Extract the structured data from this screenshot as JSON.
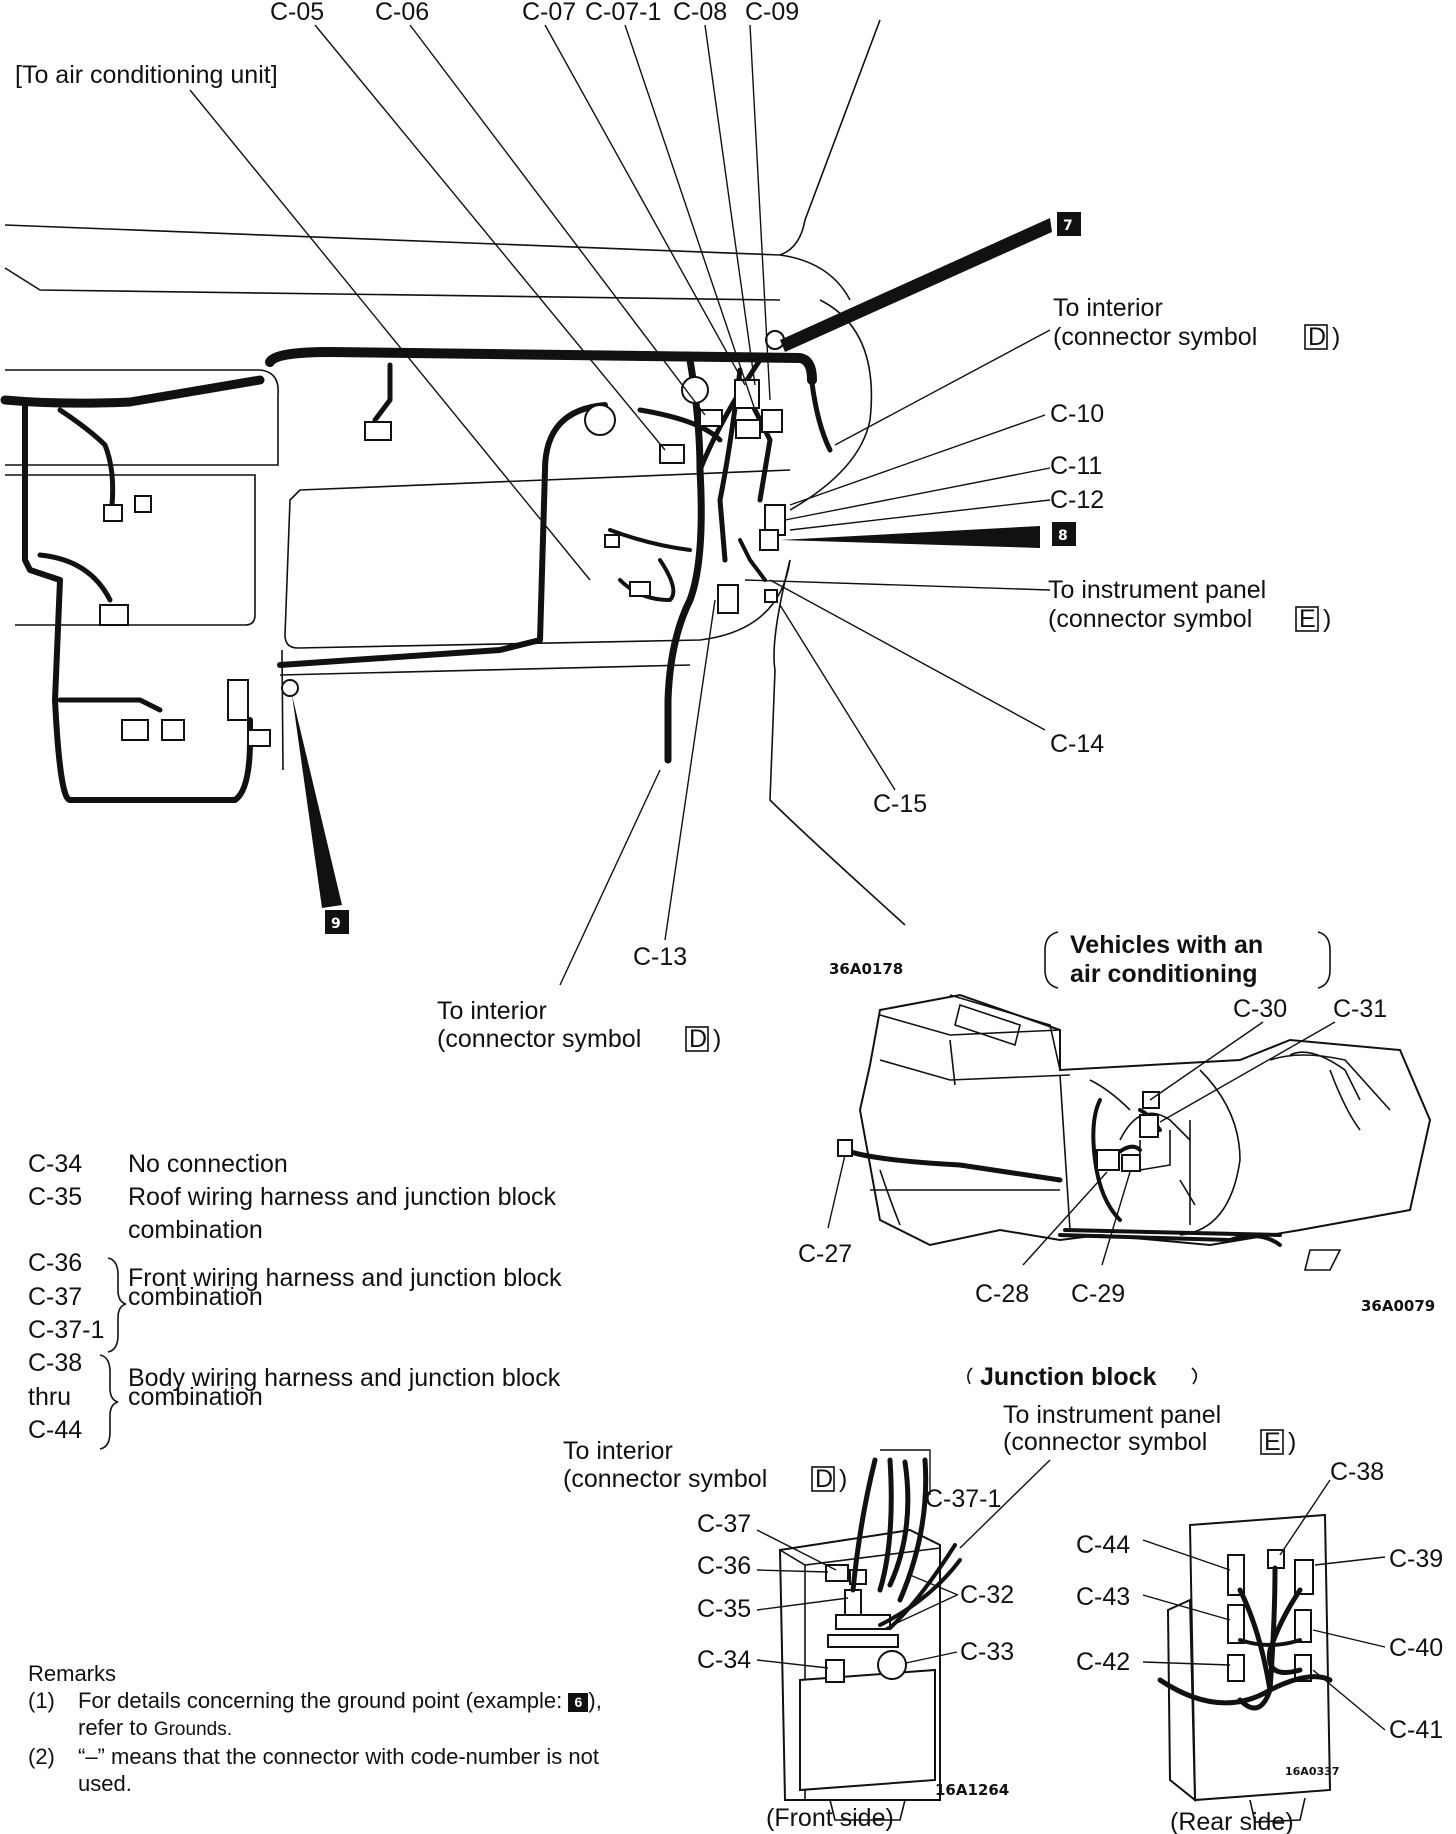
{
  "top_labels": [
    "C-05",
    "C-06",
    "C-07",
    "C-07-1",
    "C-08",
    "C-09"
  ],
  "ac_unit_label": "[To air conditioning unit]",
  "side_labels": {
    "to_interior_1": "To  interior",
    "connector_d_1": "(connector  symbol",
    "c10": "C-10",
    "c11": "C-11",
    "c12": "C-12",
    "to_instrument_1": "To  instrument  panel",
    "connector_e_1": "(connector  symbol",
    "c14": "C-14",
    "c15": "C-15",
    "c13": "C-13",
    "to_interior_2": "To  interior",
    "connector_d_2": "(connector  symbol"
  },
  "symbols": {
    "d": "D",
    "e": "E"
  },
  "ground_points": [
    "7",
    "8",
    "9"
  ],
  "figure_codes": {
    "main": "36A0178",
    "ac": "36A0079",
    "front": "16A1264",
    "rear": "16A0337"
  },
  "ac_section": {
    "heading_line1": "Vehicles with an",
    "heading_line2": "air conditioning",
    "connectors": [
      "C-30",
      "C-31",
      "C-27",
      "C-28",
      "C-29"
    ]
  },
  "junction_section": {
    "heading": "Junction  block",
    "to_instrument": "To  instrument  panel",
    "connector_e": "(connector  symbol",
    "to_interior": "To  interior",
    "connector_d": "(connector  symbol",
    "front_connectors": [
      "C-37",
      "C-36",
      "C-35",
      "C-34",
      "C-37-1",
      "C-32",
      "C-33"
    ],
    "rear_connectors": [
      "C-38",
      "C-44",
      "C-43",
      "C-42",
      "C-39",
      "C-40",
      "C-41"
    ],
    "front_caption": "(Front  side)",
    "rear_caption": "(Rear  side)"
  },
  "legend": [
    {
      "codes": [
        "C-34"
      ],
      "desc": [
        "No connection"
      ]
    },
    {
      "codes": [
        "C-35"
      ],
      "desc": [
        "Roof wiring harness and junction block",
        "combination"
      ]
    },
    {
      "codes": [
        "C-36",
        "C-37",
        "C-37-1"
      ],
      "desc": [
        "Front wiring harness and junction block",
        "combination"
      ]
    },
    {
      "codes": [
        "C-38",
        "thru",
        "C-44"
      ],
      "desc": [
        "Body wiring harness and junction block",
        "combination"
      ]
    }
  ],
  "remarks": {
    "title": "Remarks",
    "items": [
      {
        "num": "(1)",
        "text_a": "For details concerning the ground point (example:",
        "example_symbol": "6",
        "text_b": "),",
        "text_c": "refer to",
        "link": "Grounds."
      },
      {
        "num": "(2)",
        "text_a": "“–” means that the connector with code-number is not",
        "text_c": "used."
      }
    ]
  }
}
